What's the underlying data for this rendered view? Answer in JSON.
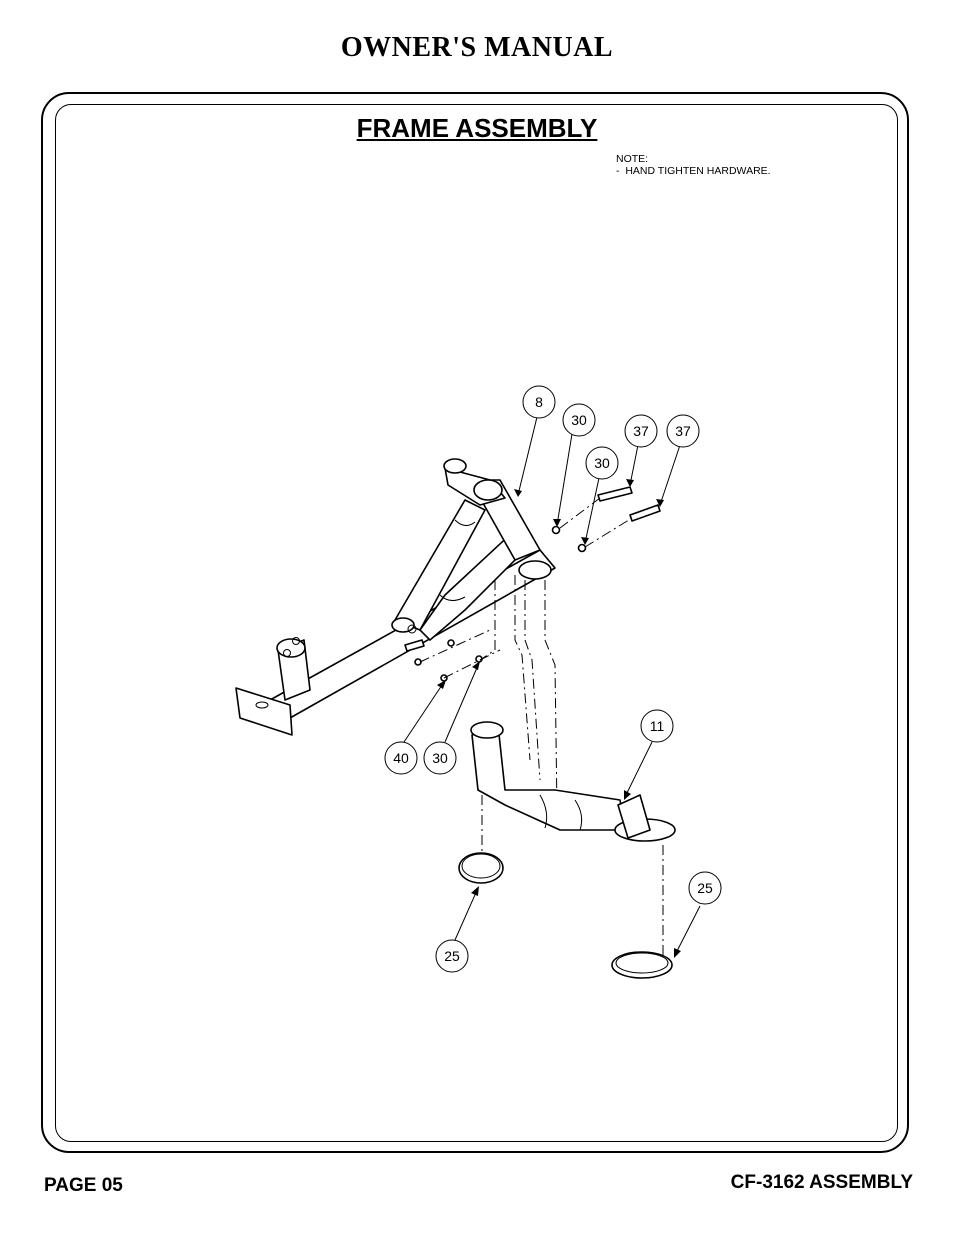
{
  "header": {
    "title": "OWNER'S MANUAL"
  },
  "section": {
    "title": "FRAME ASSEMBLY"
  },
  "note": {
    "text": "NOTE:\n-  HAND TIGHTEN HARDWARE."
  },
  "callouts": [
    "8",
    "30",
    "37",
    "37",
    "30",
    "11",
    "40",
    "30",
    "25",
    "25"
  ],
  "footer": {
    "page": "PAGE 05",
    "model": "CF-3162 ASSEMBLY"
  }
}
